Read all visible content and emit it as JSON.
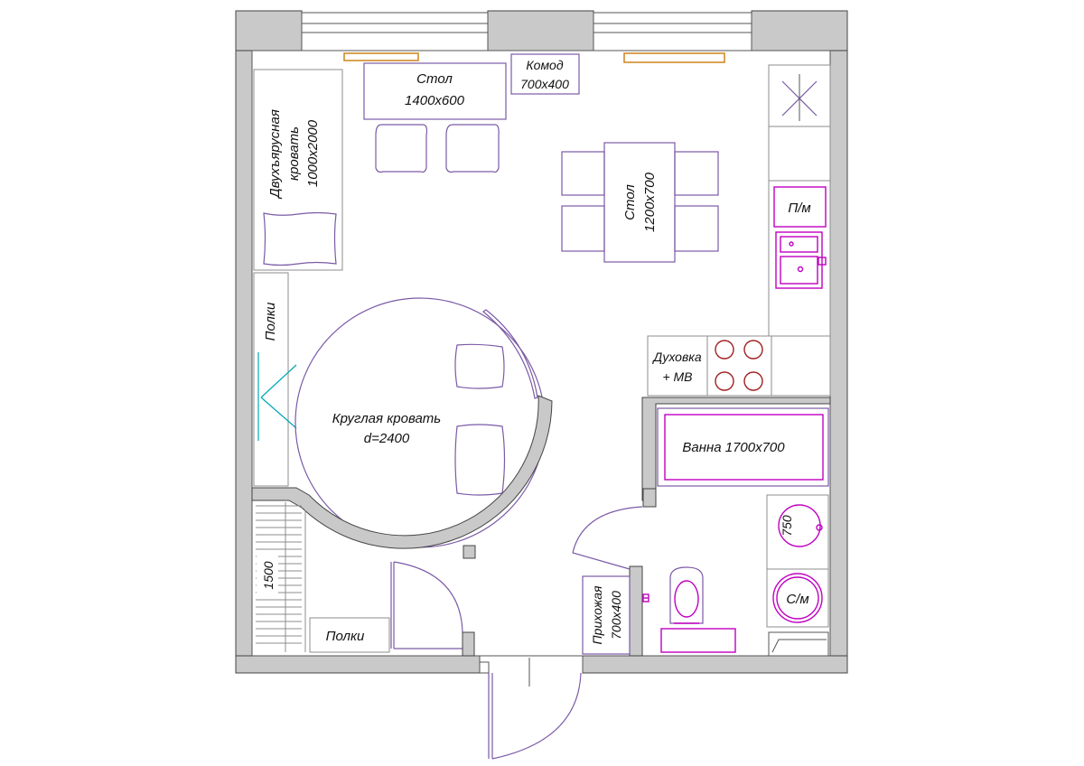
{
  "labels": {
    "desk_name": "Стол",
    "desk_size": "1400x600",
    "dresser_name": "Комод",
    "dresser_size": "700x400",
    "bunk_line1": "Двухъярусная",
    "bunk_line2": "кровать",
    "bunk_line3": "1000x2000",
    "table_name": "Стол",
    "table_size": "1200x700",
    "dishwasher": "П/м",
    "shelves_left": "Полки",
    "oven_line1": "Духовка",
    "oven_line2": "+ МВ",
    "round_bed_name": "Круглая кровать",
    "round_bed_size": "d=2400",
    "bathtub": "Ванна 1700x700",
    "sink_size": "750",
    "washer": "С/м",
    "wardrobe_depth": "1500",
    "shelves_bottom": "Полки",
    "hall_line1": "Прихожая",
    "hall_line2": "700x400"
  },
  "colors": {
    "wall": "#c9c9c9",
    "furniture": "#7b5aa6",
    "plumbing": "#c000c0",
    "stove": "#a02020",
    "window_sill": "#d08a2a",
    "shelf_door": "#00a8b8"
  }
}
